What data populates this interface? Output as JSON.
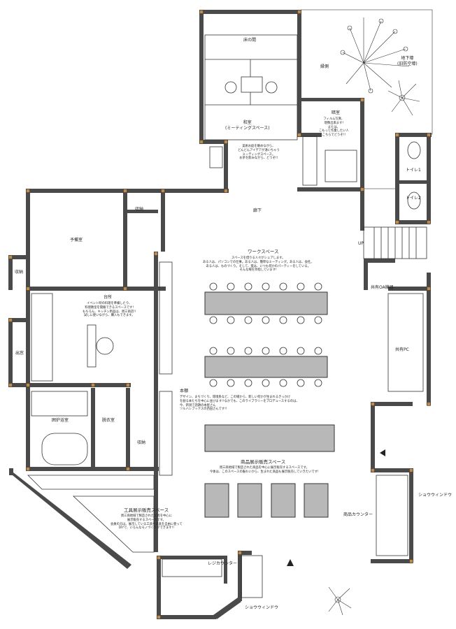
{
  "rooms": {
    "yuka_no_ma": "床の間",
    "washitsu": "和室\n(ミーティングスペース)",
    "washitsu_desc": "美術お庭を眺めながら、\nどんどんアイデアが湧いちゃう\nミーティングスペース。\nお茶を飲みながら、どうぞ!!",
    "engawa": "縁側",
    "chikadou": "地下壕\n(旧防空壕)",
    "anshitsu": "暗室",
    "anshitsu_desc": "フィルム写真、\n現像出来ます!\nまたは、\nこもって作業したい人\nこちらでどうぞ!!",
    "toilet1": "トイレ1",
    "toilet2": "トイレ2",
    "shuunou1": "収納",
    "yobishitsu": "予備室",
    "roka": "廊下",
    "up": "UP",
    "shuunou2": "収納",
    "work_space": "ワークスペース",
    "work_space_desc": "スペースを借りる人々がシェアします。\nある人は、パソコンでの仕事。ある人は、簡単なミーティング。ある人は、会社。\nある人は、ものづくり。そして、夜は、いつも何かのパーティーをしている。\nそんな場を目指しています!",
    "kyouyuu_oa": "共有OA機器",
    "daidokoro": "台所",
    "daidokoro_desc": "イベント時の料理を準備したり、\n料理教室を開催できるスペースです!\nもちろん、キッチン用品は、周三商店!!\n試しに使いながら、購入もできます。",
    "kyouyuu_pc": "共有PC",
    "deiri": "出窓",
    "hondana": "本棚",
    "hondana_desc": "デザイン、まちづくり、環境系など、この場から、新しい何かが生まれるきっかけ\nを創る本たちを中心に並びます!!なかでも、このライブラリーをプロデュースするのは、\n今、新潟で話題の本屋さん\nツルハシブックスの西田さんです!!",
    "furo": "囲炉浴室",
    "datsuishitsu": "脱衣室",
    "shuunou3": "収納",
    "shouhin_space": "商品展示販売スペース",
    "shouhin_desc": "周三商地域で製造された商品を中心に展示販売するスペースです。\n今後は、このスペースの賑わいから、生まれた商品も展示販売していきたいです!",
    "show_window1": "ショウウィンドウ",
    "shouhin_counter": "商品カウンター",
    "kougu_space": "工具展示販売スペース",
    "kougu_desc": "周三商地域で製造された工具を中心に\n展示販売するスペースです。\n会員の方は、展示している工具や道具を自由に使って\nDIYで、いろんなモノづくりができます!!",
    "reji_counter": "レジカウンター",
    "show_window2": "ショウウィンドウ"
  },
  "colors": {
    "wall": "#4a4a4a",
    "post": "#c08a4a",
    "table": "#b8b8b8"
  },
  "icons": [
    "north-arrow-icon",
    "entrance-arrow-icon",
    "tree-icon",
    "toilet-icon",
    "bathtub-icon",
    "stairs-icon"
  ]
}
